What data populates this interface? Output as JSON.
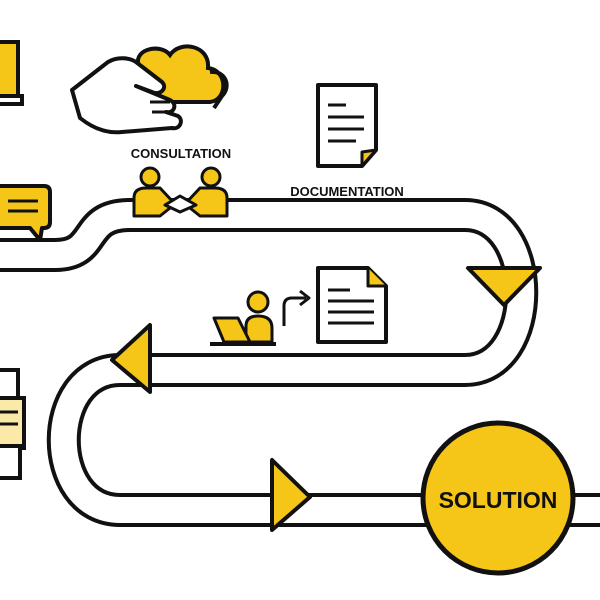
{
  "labels": {
    "consultation": "CONSULTATION",
    "documentation": "DOCUMENTATION",
    "solution": "SOLUTION"
  },
  "colors": {
    "accent": "#F5C518",
    "ink": "#111111",
    "paper": "#ffffff"
  },
  "icons": [
    "laptop-icon",
    "chat-bubble-icon",
    "hand-cloud-icon",
    "handshake-icon",
    "document-icon",
    "person-laptop-icon",
    "arrow-icon",
    "printer-icon"
  ]
}
